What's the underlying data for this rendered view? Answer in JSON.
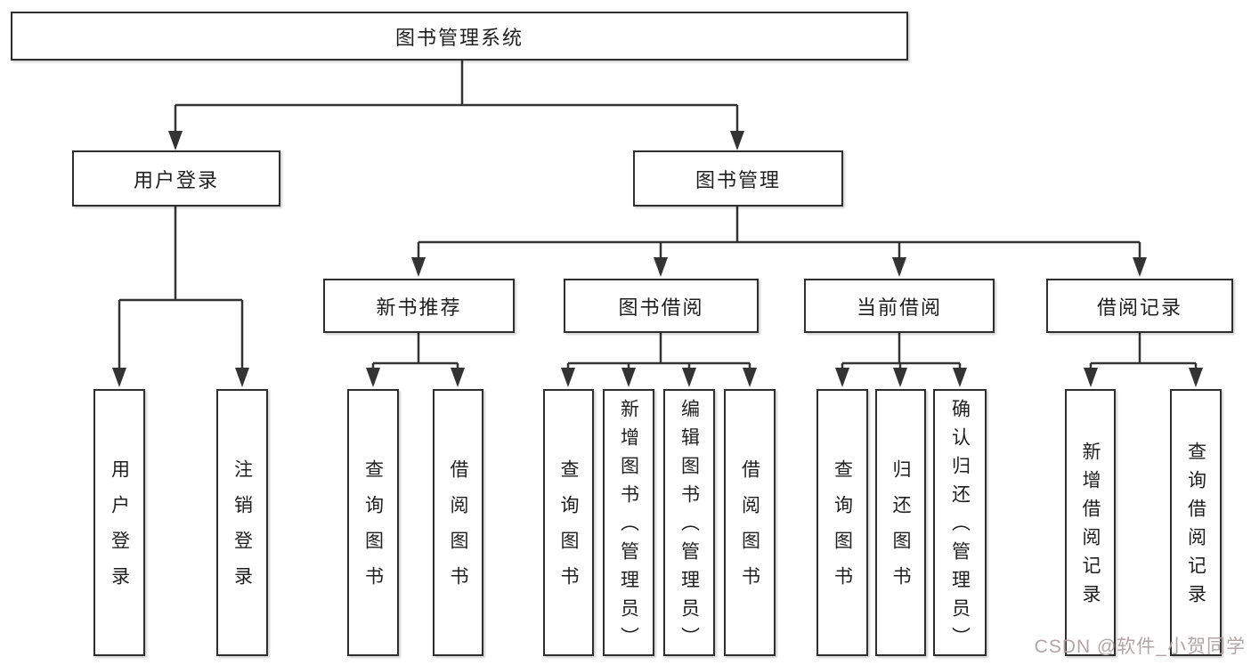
{
  "diagram": {
    "tree": {
      "label": "图书管理系统",
      "children": [
        {
          "label": "用户登录",
          "children": [
            {
              "label": "用户登录"
            },
            {
              "label": "注销登录"
            }
          ]
        },
        {
          "label": "图书管理",
          "children": [
            {
              "label": "新书推荐",
              "children": [
                {
                  "label": "查询图书"
                },
                {
                  "label": "借阅图书"
                }
              ]
            },
            {
              "label": "图书借阅",
              "children": [
                {
                  "label": "查询图书"
                },
                {
                  "label": "新增图书（管理员）"
                },
                {
                  "label": "编辑图书（管理员）"
                },
                {
                  "label": "借阅图书"
                }
              ]
            },
            {
              "label": "当前借阅",
              "children": [
                {
                  "label": "查询图书"
                },
                {
                  "label": "归还图书"
                },
                {
                  "label": "确认归还（管理员）"
                }
              ]
            },
            {
              "label": "借阅记录",
              "children": [
                {
                  "label": "新增借阅记录"
                },
                {
                  "label": "查询借阅记录"
                }
              ]
            }
          ]
        }
      ]
    },
    "colors": {
      "line": "#333333",
      "box_border": "#2f2f2f",
      "box_background": "#ffffff",
      "text": "#1f1f1f"
    }
  },
  "watermark": {
    "text": "CSDN @软件_小贺同学",
    "color": "#b0a6a6"
  }
}
